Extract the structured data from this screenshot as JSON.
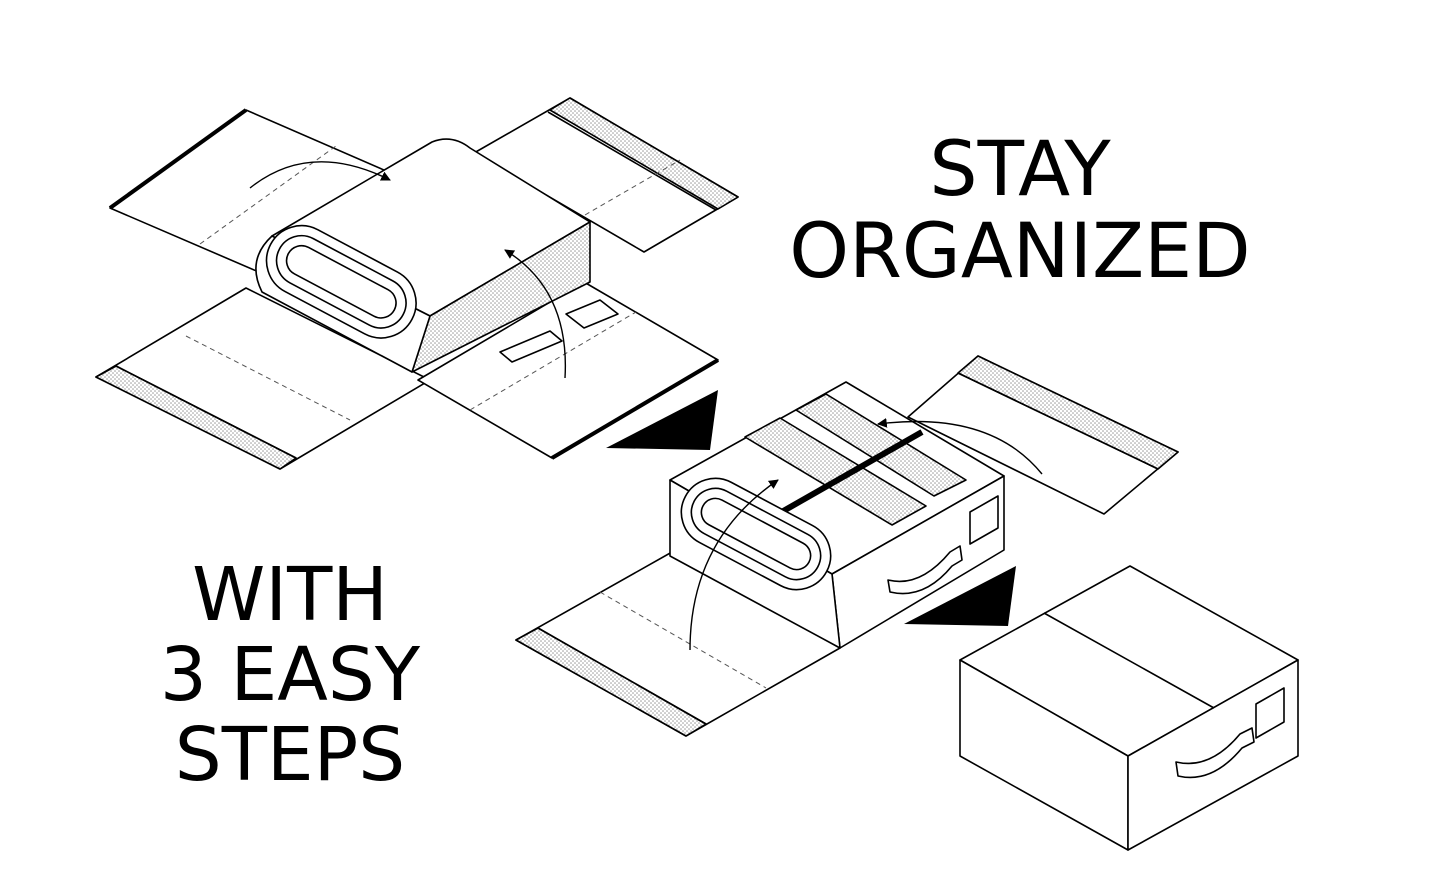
{
  "headline_top": {
    "line1": "STAY",
    "line2": "ORGANIZED"
  },
  "headline_bottom": {
    "line1": "WITH",
    "line2": "3 EASY",
    "line3": "STEPS"
  },
  "colors": {
    "ink": "#000000",
    "background": "#ffffff",
    "hatch": "#bdbdbd"
  },
  "steps": [
    {
      "icon": "unfolded-organizer-with-rolled-bedding"
    },
    {
      "icon": "partially-folded-organizer"
    },
    {
      "icon": "closed-organizer-box-with-handle"
    }
  ]
}
